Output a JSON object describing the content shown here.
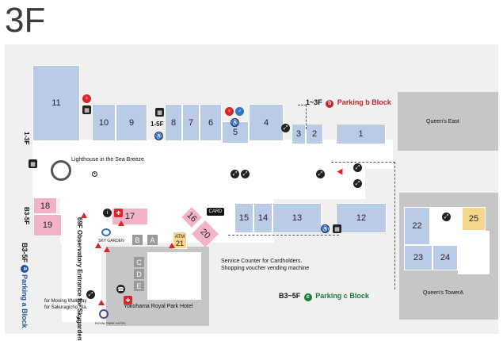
{
  "floor": "3F",
  "colors": {
    "shop": "#b9cbe6",
    "pink": "#f2b3c8",
    "yellow": "#f5d68b",
    "gray": "#c6c6c6",
    "parking_b": "#c4202d",
    "parking_c": "#1a7a3a",
    "parking_a": "#1c55a3"
  },
  "shops": {
    "s1": "1",
    "s2": "2",
    "s3": "3",
    "s4": "4",
    "s5": "5",
    "s6": "6",
    "s7": "7",
    "s8": "8",
    "s9": "9",
    "s10": "10",
    "s11": "11",
    "s12": "12",
    "s13": "13",
    "s14": "14",
    "s15": "15",
    "s16": "16",
    "s17": "17",
    "s18": "18",
    "s19": "19",
    "s20": "20",
    "s21": "21",
    "s22": "22",
    "s23": "23",
    "s24": "24",
    "s25": "25"
  },
  "labels": {
    "queens_east": "Queen's East",
    "queens_tower": "Queen's TowerA",
    "lighthouse": "Lighthouse in the Sea Breeze",
    "service_line1": "Service Counter for Cardholders.",
    "service_line2": "Shopping voucher vending machine",
    "hotel": "Yokohama Royal Park Hotel",
    "walkway_line1": "for Moving Walkway",
    "walkway_line2": "for Sakuragicho Sta.",
    "observatory": "69F Observatory Entrance for Skygarden",
    "sky_garden": "SKY GARDEN",
    "hotel_logo": "ROYAL PARK HOTEL",
    "card": "CARD",
    "atm": "ATM",
    "elevator_floors": "1-5F",
    "escalator_1_3f": "1-3F",
    "escalator_b3_5f": "B3-5F",
    "parking_b_floor": "1~3F",
    "parking_b": "Parking b Block",
    "parking_c_floor": "B3~5F",
    "parking_c": "Parking c Block",
    "parking_a_floor": "B3-5F",
    "parking_a": "Parking a Block",
    "badge_b": "b",
    "badge_c": "c",
    "badge_a": "a",
    "elev_b": "B",
    "elev_a": "A",
    "elev_c": "C",
    "elev_d": "D",
    "elev_e": "E",
    "info_i": "i",
    "arrow_down": "↓"
  }
}
